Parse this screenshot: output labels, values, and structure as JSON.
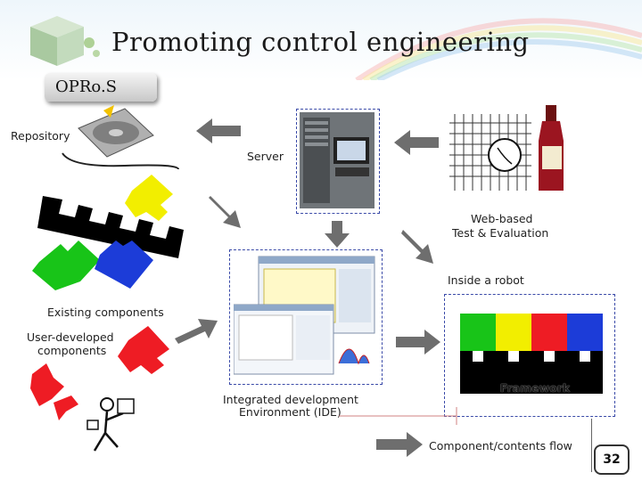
{
  "title": "Promoting control engineering",
  "badge": "OPRo.S",
  "labels": {
    "repository": "Repository",
    "server": "Server",
    "web_based": "Web-based",
    "test_eval": "Test & Evaluation",
    "inside_robot": "Inside a robot",
    "existing_components": "Existing components",
    "user_developed_1": "User-developed",
    "user_developed_2": "components",
    "ide_1": "Integrated development",
    "ide_2": "Environment (IDE)",
    "framework": "Framework",
    "flow": "Component/contents flow"
  },
  "page_number": "32",
  "colors": {
    "green": "#18c418",
    "yellow": "#f2ee00",
    "red": "#ee1c24",
    "blue": "#1c3cd8",
    "arrow": "#6e6e6e",
    "dashed_border": "#3a4aa8"
  }
}
